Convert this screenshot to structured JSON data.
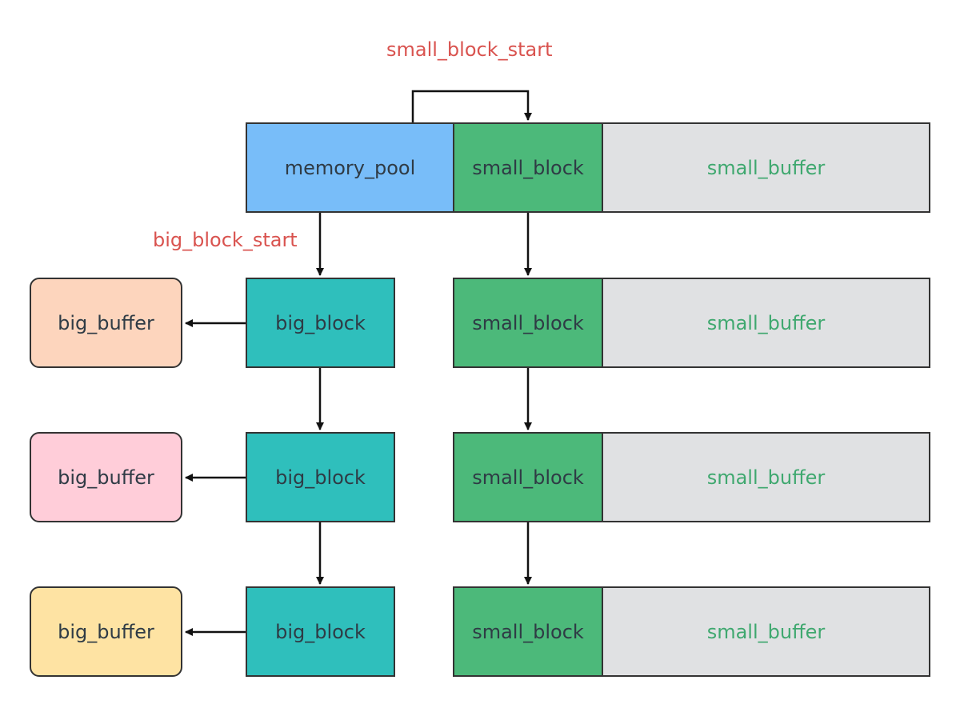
{
  "annotations": {
    "small_block_start": "small_block_start",
    "big_block_start": "big_block_start"
  },
  "memory_pool": {
    "label": "memory_pool"
  },
  "small_rows": [
    {
      "block": "small_block",
      "buffer": "small_buffer"
    },
    {
      "block": "small_block",
      "buffer": "small_buffer"
    },
    {
      "block": "small_block",
      "buffer": "small_buffer"
    },
    {
      "block": "small_block",
      "buffer": "small_buffer"
    }
  ],
  "big_rows": [
    {
      "block": "big_block",
      "buffer": "big_buffer",
      "buffer_color": "#fdd5bd"
    },
    {
      "block": "big_block",
      "buffer": "big_buffer",
      "buffer_color": "#ffcdd9"
    },
    {
      "block": "big_block",
      "buffer": "big_buffer",
      "buffer_color": "#fee3a3"
    }
  ],
  "colors": {
    "memory_pool": "#78bdf9",
    "small_block": "#4cb97a",
    "small_buffer": "#e0e1e3",
    "big_block": "#2fbfbc",
    "annotation": "#d9534f",
    "buffer_text": "#3fa86f"
  }
}
